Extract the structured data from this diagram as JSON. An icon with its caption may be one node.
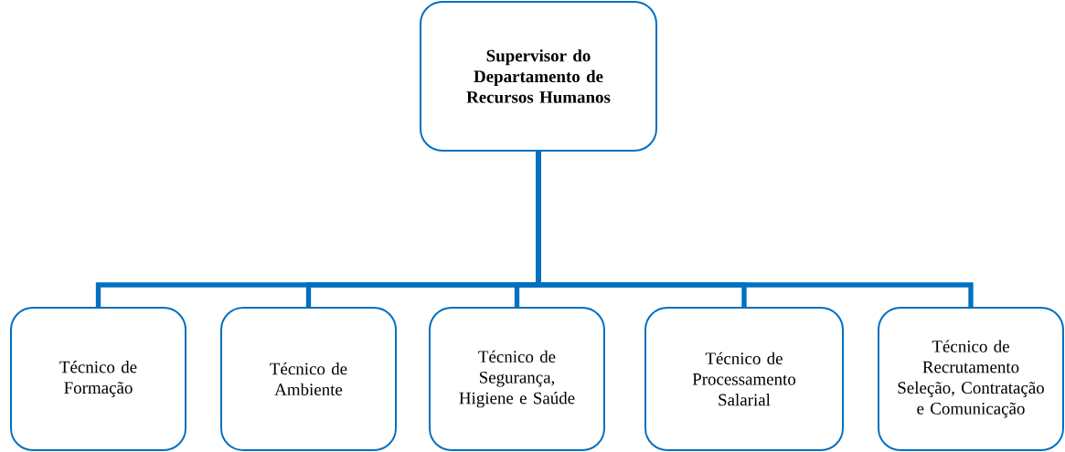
{
  "diagram": {
    "nodes": [
      {
        "text": [
          "Supervisor do Departamento de Recursos Humanos"
        ]
      },
      {
        "text": [
          "Técnico de Formação"
        ]
      },
      {
        "text": [
          "Técnico de Ambiente"
        ]
      },
      {
        "text": [
          "Técnico de Segurança, Higiene e Saúde"
        ]
      },
      {
        "text": [
          "Técnico de Processamento Salarial"
        ]
      },
      {
        "text": [
          "Técnico de Recrutamento Seleção, Contratação e Comunicação"
        ]
      }
    ],
    "edges": [
      {
        "from": 0,
        "to": 1,
        "arrow": "none"
      },
      {
        "from": 0,
        "to": 2,
        "arrow": "none"
      },
      {
        "from": 0,
        "to": 3,
        "arrow": "none"
      },
      {
        "from": 0,
        "to": 4,
        "arrow": "none"
      },
      {
        "from": 0,
        "to": 5,
        "arrow": "none"
      }
    ]
  }
}
